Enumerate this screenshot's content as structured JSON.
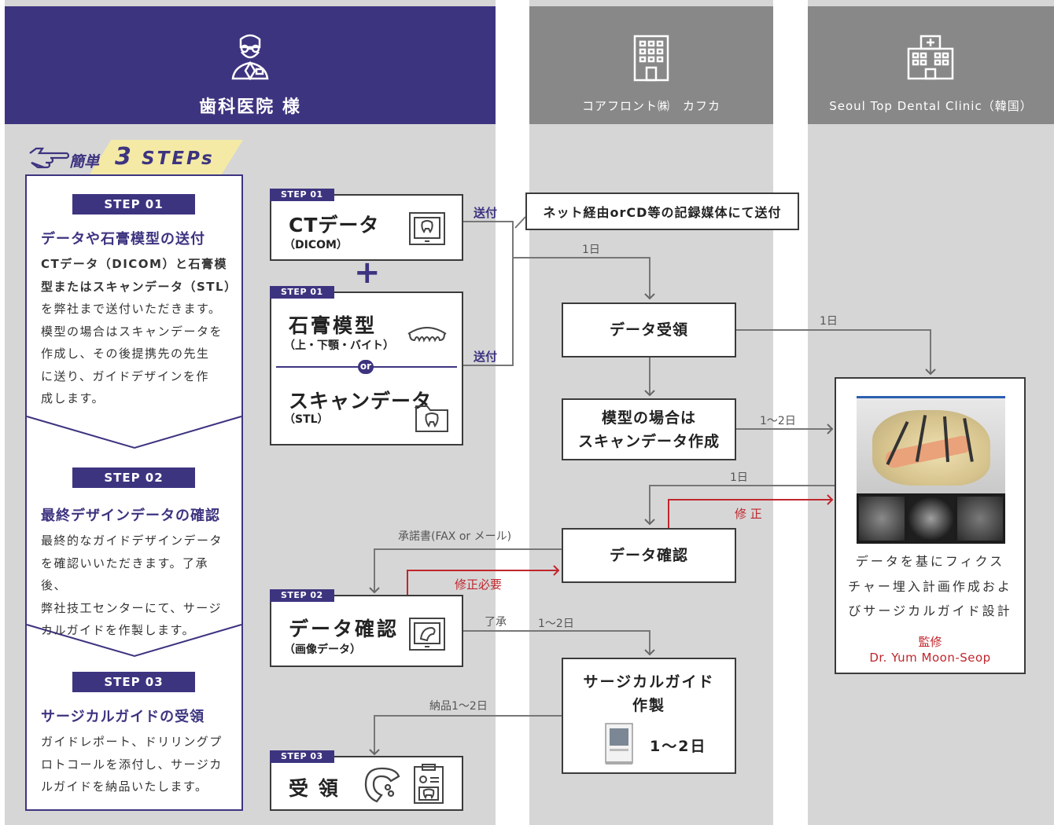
{
  "columns": {
    "clinic": {
      "title": "歯科医院 様",
      "icon": "doctor-icon",
      "color": "#3d3480"
    },
    "lab": {
      "title": "コアフロント㈱　カフカ",
      "icon": "office-building-icon",
      "color": "#888888"
    },
    "seoul": {
      "title": "Seoul Top Dental Clinic（韓国）",
      "icon": "hospital-icon",
      "color": "#888888"
    }
  },
  "steps_panel": {
    "banner": {
      "prefix": "簡単",
      "number": "3",
      "suffix": "STEPs",
      "icon": "pointing-hand-icon"
    },
    "steps": [
      {
        "badge": "STEP 01",
        "heading": "データや石膏模型の送付",
        "lines": [
          "CTデータ（DICOM）と石膏模",
          "型またはスキャンデータ（STL）",
          "を弊社まで送付いただきます。",
          "模型の場合はスキャンデータを",
          "作成し、その後提携先の先生",
          "に送り、ガイドデザインを作",
          "成します。"
        ]
      },
      {
        "badge": "STEP 02",
        "heading": "最終デザインデータの確認",
        "lines": [
          "最終的なガイドデザインデータ",
          "を確認いいただきます。了承後、",
          "弊社技工センターにて、サージ",
          "カルガイドを作製します。"
        ]
      },
      {
        "badge": "STEP 03",
        "heading": "サージカルガイドの受領",
        "lines": [
          "ガイドレポート、ドリリングプ",
          "ロトコールを添付し、サージカ",
          "ルガイドを納品いたします。"
        ]
      }
    ]
  },
  "nodes": {
    "ct": {
      "tag": "STEP 01",
      "title": "CTデータ",
      "sub": "（DICOM）",
      "icon": "tablet-tooth-icon"
    },
    "plus": "+",
    "model": {
      "tag": "STEP 01",
      "title": "石膏模型",
      "sub": "（上・下顎・バイト）",
      "icon": "dentition-icon",
      "or": "or",
      "title2": "スキャンデータ",
      "sub2": "（STL）",
      "icon2": "folder-tooth-icon"
    },
    "confirm_client": {
      "tag": "STEP 02",
      "title": "データ確認",
      "sub": "（画像データ）",
      "icon": "tablet-guide-icon"
    },
    "receive": {
      "tag": "STEP 03",
      "title": "受 領",
      "icon": "surgical-guide-icon",
      "icon2": "report-clipboard-icon"
    },
    "data_receipt": "データ受領",
    "scan_create": [
      "模型の場合は",
      "スキャンデータ作成"
    ],
    "data_check": "データ確認",
    "guide_make": {
      "title": [
        "サージカルガイド",
        "作製"
      ],
      "days": "1～2日",
      "icon": "3d-printer-icon"
    },
    "seoul_card": {
      "lines": [
        "データを基にフィクス",
        "チャー埋入計画作成およ",
        "びサージカルガイド設計"
      ],
      "supervisor_label": "監修",
      "supervisor_name": "Dr. Yum Moon-Seop",
      "image": "planning-software-screenshot"
    }
  },
  "callout": "ネット経由orCD等の記録媒体にて送付",
  "edge_labels": {
    "send1": "送付",
    "send2": "送付",
    "day1_a": "1日",
    "day1_b": "1日",
    "days_scan": "1～2日",
    "day1_c": "1日",
    "fix": "修 正",
    "approval": "承諾書(FAX or メール)",
    "fix_needed": "修正必要",
    "ok": "了承",
    "days_make": "1～2日",
    "delivery": "納品1～2日"
  },
  "colors": {
    "purple": "#3d3480",
    "red": "#c0262d",
    "gray_column": "#d6d6d6",
    "line": "#777777",
    "yellow": "#f4eaa6"
  }
}
